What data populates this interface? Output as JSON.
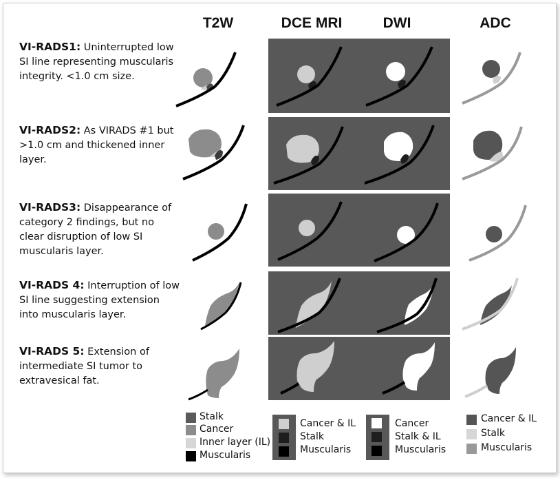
{
  "columns": [
    "T2W",
    "DCE MRI",
    "DWI",
    "ADC"
  ],
  "rows": [
    {
      "title": "VI-RADS1:",
      "text": " Uninterrupted low SI line representing muscularis integrity. <1.0 cm size."
    },
    {
      "title": "VI-RADS2:",
      "text": " As VIRADS #1 but >1.0 cm and thickened inner layer."
    },
    {
      "title": "VI-RADS3:",
      "text": " Disappearance of category 2 findings, but no clear disruption of low SI muscularis layer."
    },
    {
      "title": "VI-RADS 4:",
      "text": " Interruption of low SI line suggesting extension into muscularis layer."
    },
    {
      "title": "VI-RADS 5:",
      "text": " Extension of intermediate SI tumor to extravesical fat."
    }
  ],
  "legends": {
    "t2w": [
      "Stalk",
      "Cancer",
      "Inner layer (IL)",
      "Muscularis"
    ],
    "dce": [
      "Cancer & IL",
      "Stalk",
      "Muscularis"
    ],
    "dwi": [
      "Cancer",
      "Stalk & IL",
      "Muscularis"
    ],
    "adc": [
      "Cancer & IL",
      "Stalk",
      "Muscularis"
    ]
  },
  "colors": {
    "panel_bg_dark": "#585858",
    "muscularis": "#000000",
    "cancer_t2w": "#8c8c8c",
    "stalk_t2w": "#5a5a5a",
    "inner_layer": "#cfcfcf",
    "cancer_dwi": "#ffffff",
    "adc_cancer": "#555555",
    "adc_muscularis": "#999999"
  }
}
